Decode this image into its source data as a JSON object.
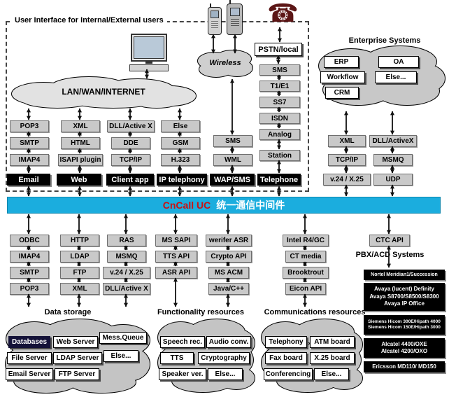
{
  "region_label": "User Interface for Internal/External users",
  "clouds": {
    "lan": "LAN/WAN/INTERNET",
    "wireless": "Wireless",
    "enterprise": "Enterprise Systems",
    "data_storage": "Data storage",
    "functionality": "Functionality resources",
    "communications": "Communications resources"
  },
  "pstn": "PSTN/local",
  "enterprise_apps": [
    "ERP",
    "OA",
    "Workflow",
    "Else...",
    "CRM"
  ],
  "top_stacks": {
    "email": {
      "header": "Email",
      "items": [
        "POP3",
        "SMTP",
        "IMAP4"
      ]
    },
    "web": {
      "header": "Web",
      "items": [
        "XML",
        "HTML",
        "ISAPI plugin"
      ]
    },
    "client_app": {
      "header": "Client app",
      "items": [
        "DLL/Active X",
        "DDE",
        "TCP/IP"
      ]
    },
    "ip_telephony": {
      "header": "IP telephony",
      "items": [
        "Else",
        "GSM",
        "H.323"
      ]
    },
    "wap_sms": {
      "header": "WAP/SMS",
      "items": [
        "SMS",
        "WML"
      ]
    },
    "telephone": {
      "header": "Telephone",
      "items": [
        "SMS",
        "T1/E1",
        "SS7",
        "ISDN",
        "Analog",
        "Station"
      ]
    }
  },
  "enterprise_stacks": {
    "left": [
      "XML",
      "TCP/IP",
      "v.24 / X.25"
    ],
    "right": [
      "DLL/ActiveX",
      "MSMQ",
      "UDP"
    ]
  },
  "middleware_bar": {
    "brand": "CnCall UC",
    "suffix": "统一通信中间件"
  },
  "bottom_stacks": {
    "data1": [
      "ODBC",
      "IMAP4",
      "SMTP",
      "POP3"
    ],
    "data2": [
      "HTTP",
      "LDAP",
      "FTP",
      "XML"
    ],
    "data3": [
      "RAS",
      "MSMQ",
      "v.24 / X.25",
      "DLL/Active X"
    ],
    "func1": [
      "MS SAPI",
      "TTS API",
      "ASR API"
    ],
    "func2": [
      "werifer ASR",
      "Crypto API",
      "MS ACM",
      "Java/C++"
    ],
    "comm": [
      "Intel R4/GC",
      "CT media",
      "Brooktrout",
      "Eicon API"
    ],
    "ctc": "CTC API"
  },
  "resources": {
    "data_storage": [
      "Databases",
      "Web Server",
      "Mess.Queue",
      "File Server",
      "LDAP Server",
      "Else...",
      "Email Server",
      "FTP Server"
    ],
    "functionality": [
      "Speech rec.",
      "Audio conv.",
      "TTS",
      "Cryptography",
      "Speaker ver.",
      "Else..."
    ],
    "communications": [
      "Telephony",
      "ATM board",
      "Fax board",
      "X.25 board",
      "Conferencing",
      "Else..."
    ]
  },
  "pbx": {
    "label": "PBX/ACD Systems",
    "systems": [
      {
        "lines": [
          "Nortel Meridian1/Succession"
        ]
      },
      {
        "lines": [
          "Avaya (lucent) Definity",
          "Avaya S8700/S8500/S8300",
          "Avaya IP Office"
        ]
      },
      {
        "lines": [
          "Siemens Hicom 300E/Hipath 4000",
          "Siemens Hicom 150E/Hipath 3000"
        ]
      },
      {
        "lines": [
          "Alcatel 4400/OXE",
          "Alcatel 4200/OXO"
        ]
      },
      {
        "lines": [
          "Ericsson MD110/ MD150"
        ]
      }
    ]
  },
  "colors": {
    "bar_bg": "#1badde",
    "brand_red": "#cc1111",
    "box_gray": "#c9c9c9"
  }
}
